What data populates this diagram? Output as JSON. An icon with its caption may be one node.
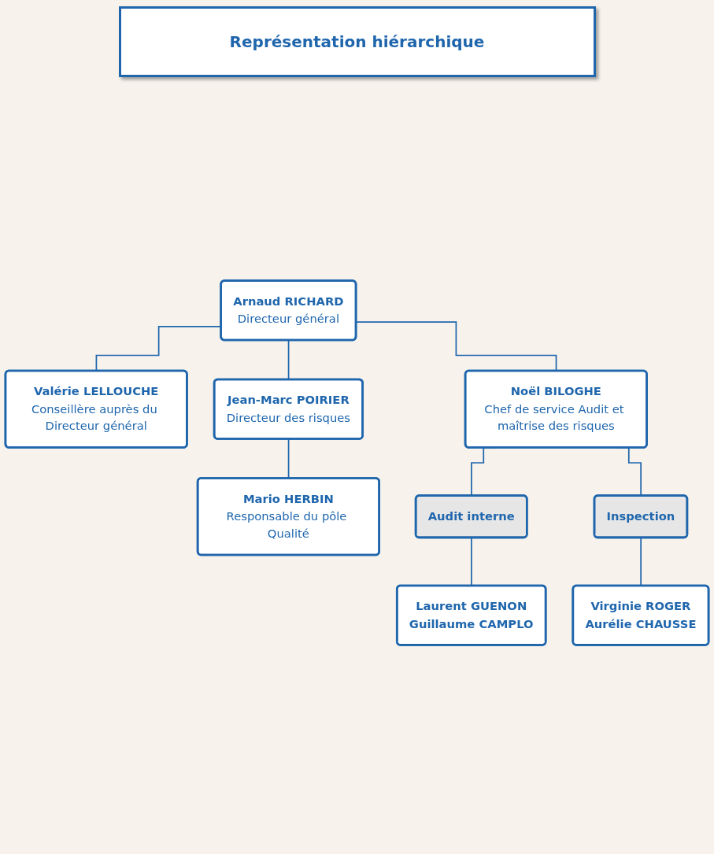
{
  "diagram": {
    "title": "Représentation hiérarchique",
    "nodes": [
      {
        "text": [
          "Arnaud RICHARD",
          "Directeur général"
        ]
      },
      {
        "text": [
          "Valérie LELLOUCHE",
          "Conseillère auprès du Directeur général"
        ]
      },
      {
        "text": [
          "Jean-Marc POIRIER",
          "Directeur des risques"
        ]
      },
      {
        "text": [
          "Noël BILOGHE",
          "Chef de service Audit et maîtrise des risques"
        ]
      },
      {
        "text": [
          "Mario HERBIN",
          "Responsable du pôle Qualité"
        ]
      },
      {
        "text": [
          "Audit interne"
        ]
      },
      {
        "text": [
          "Inspection"
        ]
      },
      {
        "text": [
          "Laurent GUENON",
          "Guillaume CAMPLO"
        ]
      },
      {
        "text": [
          "Virginie ROGER",
          "Aurélie CHAUSSE"
        ]
      }
    ],
    "edges": [
      {
        "from": 0,
        "to": 1,
        "arrow": "none"
      },
      {
        "from": 0,
        "to": 2,
        "arrow": "none"
      },
      {
        "from": 0,
        "to": 3,
        "arrow": "none"
      },
      {
        "from": 2,
        "to": 4,
        "arrow": "none"
      },
      {
        "from": 3,
        "to": 5,
        "arrow": "none"
      },
      {
        "from": 3,
        "to": 6,
        "arrow": "none"
      },
      {
        "from": 5,
        "to": 7,
        "arrow": "none"
      },
      {
        "from": 6,
        "to": 8,
        "arrow": "none"
      }
    ]
  }
}
